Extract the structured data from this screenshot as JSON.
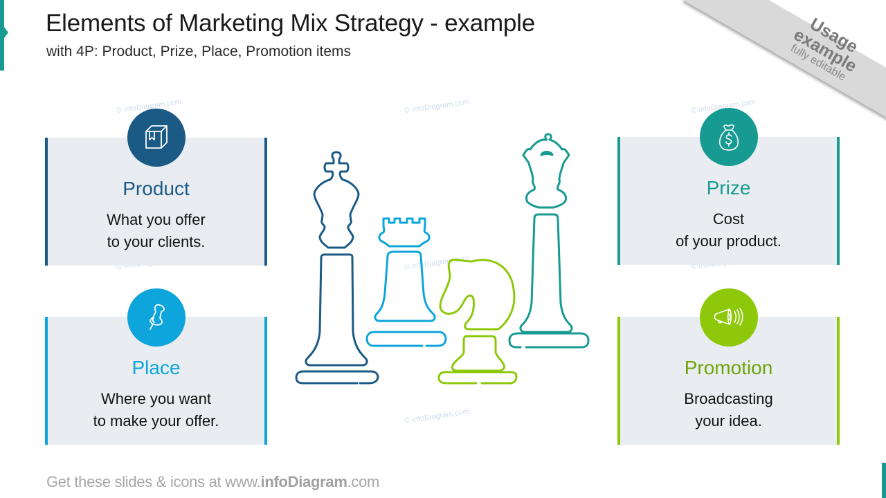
{
  "header": {
    "title": "Elements of Marketing Mix Strategy - example",
    "subtitle": "with 4P: Product, Prize, Place, Promotion items"
  },
  "ribbon": {
    "line1": "Usage",
    "line2": "example",
    "line3": "fully editable"
  },
  "watermark": "© infoDiagram.com",
  "cards": [
    {
      "id": "product",
      "title": "Product",
      "line1": "What you offer",
      "line2": "to your clients.",
      "icon": "box-icon",
      "color": "#1b5a85"
    },
    {
      "id": "place",
      "title": "Place",
      "line1": "Where you want",
      "line2": "to make your offer.",
      "icon": "pushpin-icon",
      "color": "#0ea5dc"
    },
    {
      "id": "prize",
      "title": "Prize",
      "line1": "Cost",
      "line2": "of your product.",
      "icon": "money-bag-icon",
      "color": "#179a91"
    },
    {
      "id": "promotion",
      "title": "Promotion",
      "line1": "Broadcasting",
      "line2": "your idea.",
      "icon": "megaphone-icon",
      "color": "#8dc90a"
    }
  ],
  "chess_pieces": [
    {
      "piece": "king",
      "color": "#1b5a85"
    },
    {
      "piece": "rook",
      "color": "#0ea5dc"
    },
    {
      "piece": "knight",
      "color": "#8dc90a"
    },
    {
      "piece": "queen",
      "color": "#179a91"
    }
  ],
  "footer": {
    "prefix": "Get these slides & icons at www.",
    "brand": "infoDiagram",
    "suffix": ".com"
  }
}
